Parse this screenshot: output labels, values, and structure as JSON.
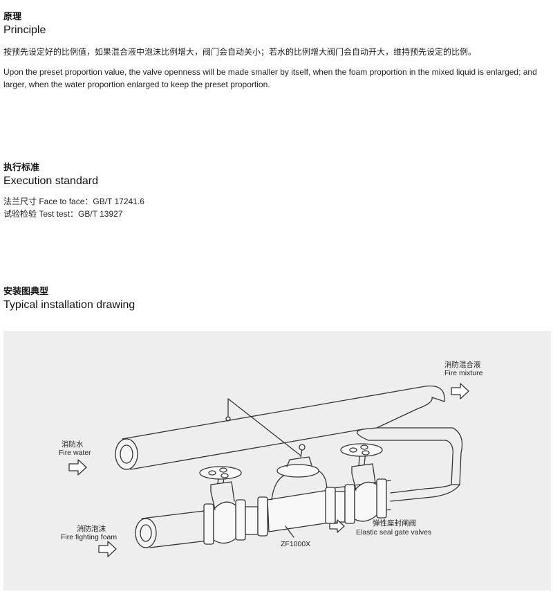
{
  "principle": {
    "title_cn": "原理",
    "title_en": "Principle",
    "text_cn": "按预先设定好的比例值，如果混合液中泡沫比例增大，阀门会自动关小；若水的比例增大阀门会自动开大，维持预先设定的比例。",
    "text_en": "Upon the preset proportion value, the valve openness will be made smaller by itself, when the foam proportion in the mixed liquid is enlarged; and larger, when the water proportion enlarged to keep the preset proportion."
  },
  "standard": {
    "title_cn": "执行标准",
    "title_en": "Execution standard",
    "lines": [
      "法兰尺寸 Face to face：GB/T 17241.6",
      "试验检验 Test test：GB/T 13927"
    ]
  },
  "installation": {
    "title_cn": "安装图典型",
    "title_en": "Typical installation drawing"
  },
  "drawing": {
    "fire_mixture_cn": "消防混合液",
    "fire_mixture_en": "Fire mixture",
    "fire_water_cn": "消防水",
    "fire_water_en": "Fire water",
    "fire_foam_cn": "消防泡沫",
    "fire_foam_en": "Fire fighting foam",
    "gate_valve_cn": "弹性座封闸阀",
    "gate_valve_en": "Elastic seal gate valves",
    "model": "ZF1000X",
    "background_color": "#eeeeee",
    "line_color": "#333333"
  }
}
